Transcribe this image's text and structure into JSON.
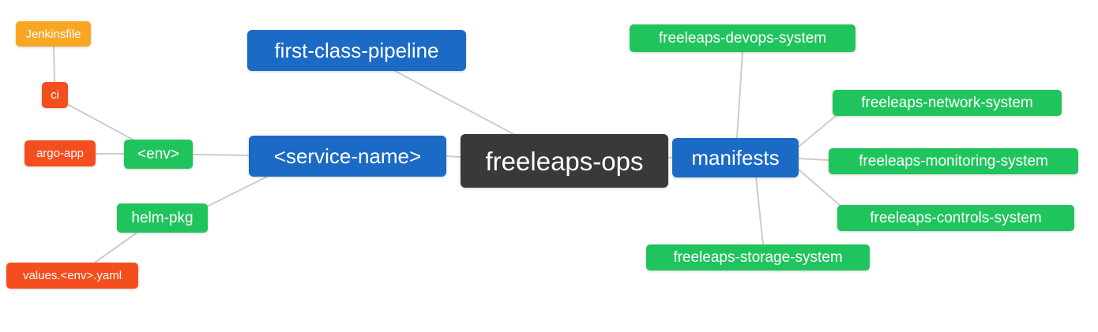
{
  "diagram": {
    "title": "freeleaps-ops mind map",
    "nodes": [
      {
        "id": "jenkinsfile",
        "label": "Jenkinsfile",
        "color": "orange"
      },
      {
        "id": "ci",
        "label": "ci",
        "color": "red"
      },
      {
        "id": "argo-app",
        "label": "argo-app",
        "color": "red"
      },
      {
        "id": "env",
        "label": "<env>",
        "color": "green"
      },
      {
        "id": "helm-pkg",
        "label": "helm-pkg",
        "color": "green"
      },
      {
        "id": "values-env-yaml",
        "label": "values.<env>.yaml",
        "color": "red"
      },
      {
        "id": "first-class-pipeline",
        "label": "first-class-pipeline",
        "color": "blue"
      },
      {
        "id": "service-name",
        "label": "<service-name>",
        "color": "blue"
      },
      {
        "id": "freeleaps-ops",
        "label": "freeleaps-ops",
        "color": "dark"
      },
      {
        "id": "manifests",
        "label": "manifests",
        "color": "blue"
      },
      {
        "id": "freeleaps-devops-system",
        "label": "freeleaps-devops-system",
        "color": "green"
      },
      {
        "id": "freeleaps-network-system",
        "label": "freeleaps-network-system",
        "color": "green"
      },
      {
        "id": "freeleaps-monitoring-system",
        "label": "freeleaps-monitoring-system",
        "color": "green"
      },
      {
        "id": "freeleaps-controls-system",
        "label": "freeleaps-controls-system",
        "color": "green"
      },
      {
        "id": "freeleaps-storage-system",
        "label": "freeleaps-storage-system",
        "color": "green"
      }
    ],
    "edges": [
      {
        "from": "jenkinsfile",
        "to": "ci"
      },
      {
        "from": "ci",
        "to": "env"
      },
      {
        "from": "argo-app",
        "to": "env"
      },
      {
        "from": "env",
        "to": "service-name"
      },
      {
        "from": "helm-pkg",
        "to": "service-name"
      },
      {
        "from": "values-env-yaml",
        "to": "helm-pkg"
      },
      {
        "from": "first-class-pipeline",
        "to": "freeleaps-ops"
      },
      {
        "from": "service-name",
        "to": "freeleaps-ops"
      },
      {
        "from": "freeleaps-ops",
        "to": "manifests"
      },
      {
        "from": "manifests",
        "to": "freeleaps-devops-system"
      },
      {
        "from": "manifests",
        "to": "freeleaps-network-system"
      },
      {
        "from": "manifests",
        "to": "freeleaps-monitoring-system"
      },
      {
        "from": "manifests",
        "to": "freeleaps-controls-system"
      },
      {
        "from": "manifests",
        "to": "freeleaps-storage-system"
      }
    ],
    "colors": {
      "blue": "#1b6ac6",
      "green": "#20c45d",
      "orange": "#f9a623",
      "red": "#f54e1e",
      "dark": "#3b3937",
      "edge": "#cccccc",
      "text": "#ffffff",
      "background": "#ffffff"
    }
  }
}
